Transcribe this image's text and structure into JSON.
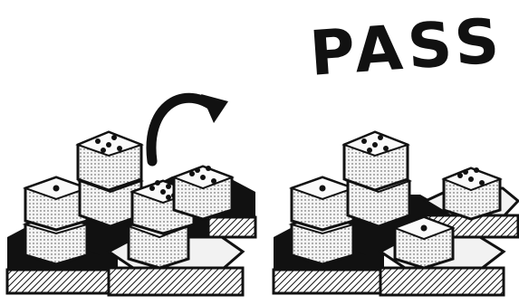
{
  "caption": {
    "text": "PASS"
  },
  "panels": [
    {
      "name": "before-move",
      "arrow": "curved-arrow-icon"
    },
    {
      "name": "after-pass"
    }
  ],
  "colors": {
    "ink": "#111111",
    "paper": "#ffffff",
    "die": "#f4f4f4",
    "hex-light": "#f2f2f2"
  }
}
